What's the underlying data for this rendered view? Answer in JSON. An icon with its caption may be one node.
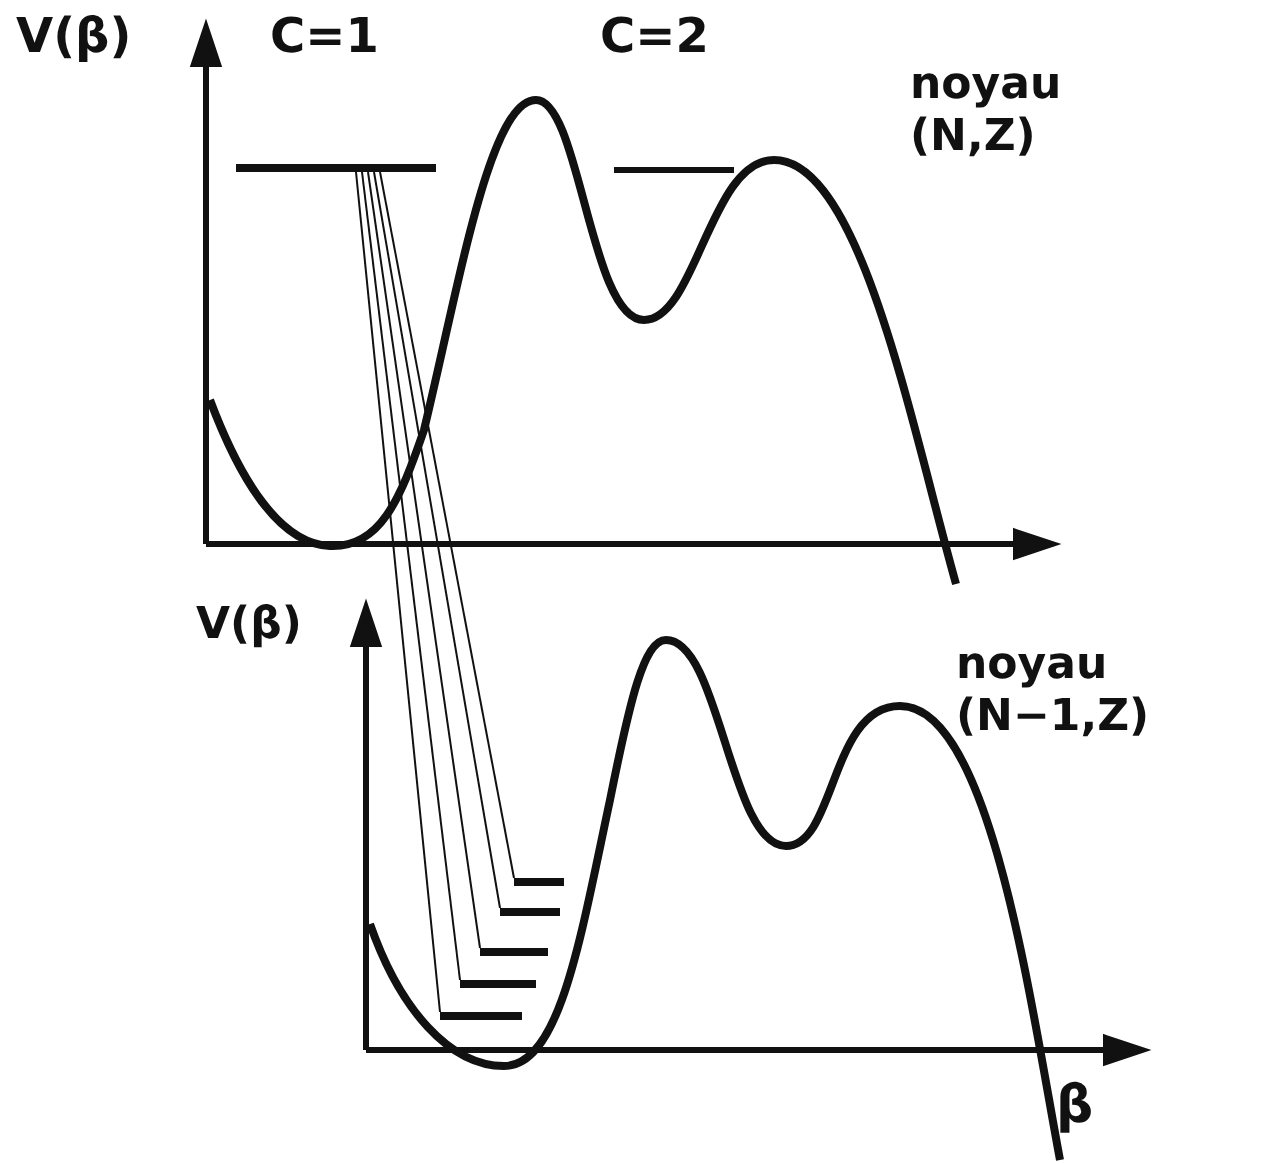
{
  "diagram": {
    "nodes": [
      {
        "text": [],
        "shape": "bar"
      },
      {
        "text": [],
        "shape": "bar"
      },
      {
        "text": [],
        "shape": "bar"
      },
      {
        "text": [],
        "shape": "bar"
      },
      {
        "text": [],
        "shape": "bar"
      },
      {
        "text": [],
        "shape": "bar"
      }
    ],
    "edges": [
      {
        "from": 0,
        "to": 1,
        "arrow": "none"
      },
      {
        "from": 0,
        "to": 2,
        "arrow": "none"
      },
      {
        "from": 0,
        "to": 3,
        "arrow": "none"
      },
      {
        "from": 0,
        "to": 4,
        "arrow": "none"
      },
      {
        "from": 0,
        "to": 5,
        "arrow": "none"
      }
    ],
    "labels": [
      "V(β)",
      "C=1",
      "C=2",
      "noyau (N,Z)",
      "V(β)",
      "noyau (N−1,Z)",
      "β"
    ]
  }
}
